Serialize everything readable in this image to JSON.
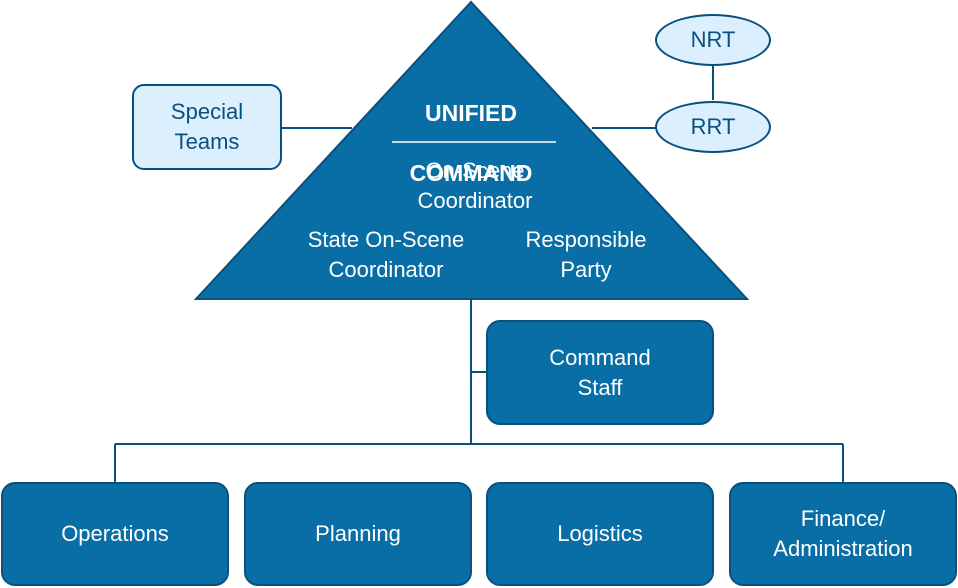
{
  "colors": {
    "fill_dark": "#0a6ea6",
    "stroke_dark": "#0b4f7d",
    "fill_light": "#dcefff",
    "line": "#0b4f7d",
    "text_light": "#ffffff"
  },
  "unified_command": {
    "title_line1": "UNIFIED",
    "title_line2": "COMMAND",
    "osc": "On-Scene\nCoordinator",
    "state_osc": "State On-Scene\nCoordinator",
    "responsible_party": "Responsible\nParty"
  },
  "special_teams": "Special\nTeams",
  "nrt": "NRT",
  "rrt": "RRT",
  "command_staff": "Command\nStaff",
  "sections": [
    {
      "label": "Operations"
    },
    {
      "label": "Planning"
    },
    {
      "label": "Logistics"
    },
    {
      "label": "Finance/\nAdministration"
    }
  ]
}
